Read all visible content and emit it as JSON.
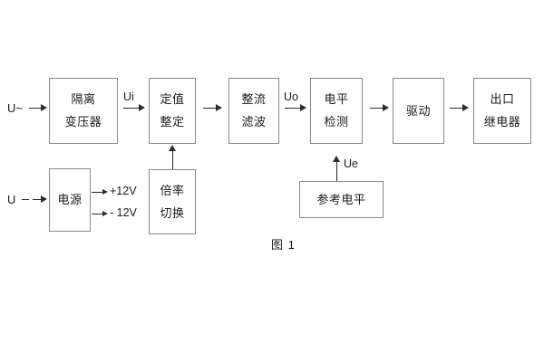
{
  "figure": {
    "caption": "图 1",
    "line_color": "#2b2b2b",
    "box_border_color": "#8a8a8a",
    "text_color": "#1a1a1a",
    "background": "#ffffff"
  },
  "blocks": {
    "isolation_transformer": {
      "line1": "隔离",
      "line2": "变压器"
    },
    "setting_value": {
      "line1": "定值",
      "line2": "整定"
    },
    "rectify_filter": {
      "line1": "整流",
      "line2": "滤波"
    },
    "level_detection": {
      "line1": "电平",
      "line2": "检测"
    },
    "drive": {
      "line1": "驱动",
      "line2": ""
    },
    "output_relay": {
      "line1": "出口",
      "line2": "继电器"
    },
    "power_supply": {
      "line1": "电源",
      "line2": ""
    },
    "multiplier_switch": {
      "line1": "倍率",
      "line2": "切换"
    },
    "reference_level": {
      "line1": "参考电平",
      "line2": ""
    }
  },
  "signals": {
    "input_ac": "U~",
    "input_dc": "U",
    "ui": "Ui",
    "uo": "Uo",
    "ue": "Ue",
    "rail_positive": "+12V",
    "rail_negative": "- 12V"
  }
}
